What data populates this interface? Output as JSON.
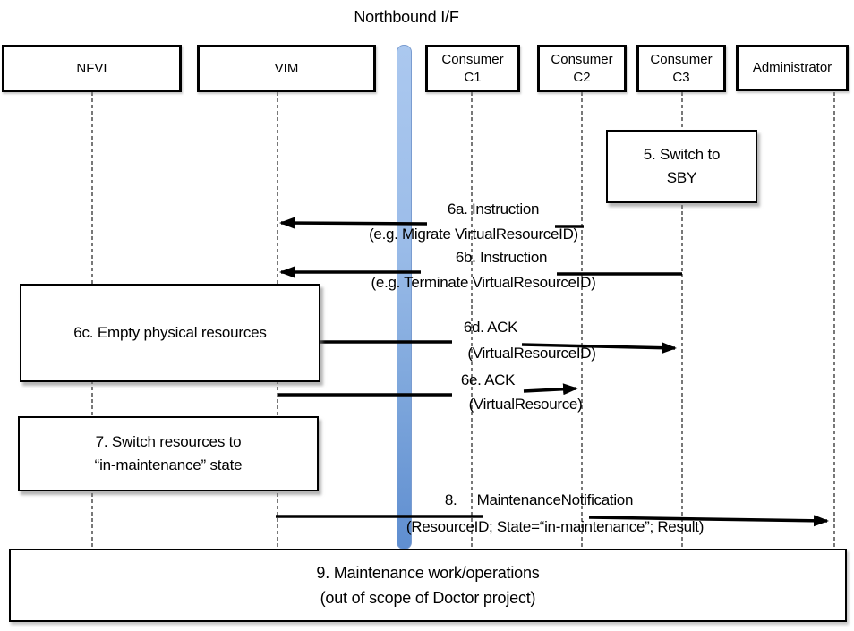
{
  "title": "Northbound I/F",
  "colors": {
    "bar_fill_top": "#abc8ef",
    "bar_fill_bottom": "#5f8ed0",
    "bar_border": "#7a9cd0",
    "line_color": "#000000",
    "lifeline_color": "#3f3f3f"
  },
  "actors": [
    {
      "id": "nfvi",
      "lines": [
        "NFVI"
      ]
    },
    {
      "id": "vim",
      "lines": [
        "VIM"
      ]
    },
    {
      "id": "consumer-c1",
      "lines": [
        "Consumer",
        "C1"
      ]
    },
    {
      "id": "consumer-c2",
      "lines": [
        "Consumer",
        "C2"
      ]
    },
    {
      "id": "consumer-c3",
      "lines": [
        "Consumer",
        "C3"
      ]
    },
    {
      "id": "administrator",
      "lines": [
        "Administrator"
      ]
    }
  ],
  "notes": [
    {
      "id": "step5",
      "lines": [
        "5. Switch to",
        "SBY"
      ]
    },
    {
      "id": "step6c",
      "lines": [
        "6c. Empty physical resources",
        ""
      ]
    },
    {
      "id": "step7",
      "lines": [
        "7. Switch resources to",
        "“in-maintenance” state"
      ]
    },
    {
      "id": "step9",
      "lines": [
        "9. Maintenance work/operations",
        "(out of scope of Doctor project)"
      ]
    }
  ],
  "messages": [
    {
      "id": "6a",
      "from": "Consumer C2",
      "to": "VIM",
      "line1": "6a. Instruction",
      "line2": "(e.g. Migrate VirtualResourceID)"
    },
    {
      "id": "6b",
      "from": "Consumer C3",
      "to": "VIM",
      "line1": "6b. Instruction",
      "line2": "(e.g. Terminate VirtualResourceID)"
    },
    {
      "id": "6d",
      "from": "VIM",
      "to": "Consumer C3",
      "line1": "6d. ACK",
      "line2": "(VirtualResourceID)"
    },
    {
      "id": "6e",
      "from": "VIM",
      "to": "Consumer C2",
      "line1": "6e. ACK",
      "line2": "(VirtualResource)"
    },
    {
      "id": "8",
      "from": "VIM",
      "to": "Administrator",
      "line1": "8.     MaintenanceNotification",
      "line2": "(ResourceID; State=“in-maintenance”; Result)"
    }
  ]
}
